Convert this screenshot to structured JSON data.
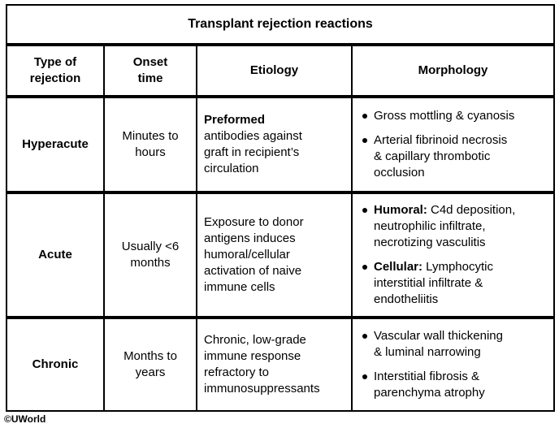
{
  "page": {
    "background": "#ffffff",
    "border_color": "#000000",
    "text_color": "#000000"
  },
  "table": {
    "title": "Transplant rejection reactions",
    "columns": [
      "Type of\nrejection",
      "Onset\ntime",
      "Etiology",
      "Morphology"
    ],
    "rows": [
      {
        "type": "Hyperacute",
        "onset": "Minutes to\nhours",
        "etiology_bold": "Preformed",
        "etiology_text": "\nantibodies against\ngraft in recipient’s\ncirculation",
        "morphology": [
          {
            "bold": "",
            "text": "Gross mottling & cyanosis"
          },
          {
            "bold": "",
            "text": "Arterial fibrinoid necrosis\n& capillary thrombotic\nocclusion"
          }
        ]
      },
      {
        "type": "Acute",
        "onset": "Usually <6\nmonths",
        "etiology_bold": "",
        "etiology_text": "Exposure to donor\nantigens induces\nhumoral/cellular\nactivation of naive\nimmune cells",
        "morphology": [
          {
            "bold": "Humoral:",
            "text": " C4d deposition,\nneutrophilic infiltrate,\nnecrotizing vasculitis"
          },
          {
            "bold": "Cellular:",
            "text": " Lymphocytic\ninterstitial infiltrate &\nendotheliitis"
          }
        ]
      },
      {
        "type": "Chronic",
        "onset": "Months to\nyears",
        "etiology_bold": "",
        "etiology_text": "Chronic, low-grade\nimmune response\nrefractory to\nimmunosuppressants",
        "morphology": [
          {
            "bold": "",
            "text": "Vascular wall thickening\n& luminal narrowing"
          },
          {
            "bold": "",
            "text": "Interstitial fibrosis &\nparenchyma atrophy"
          }
        ]
      }
    ]
  },
  "footer": {
    "credit": "©UWorld"
  }
}
